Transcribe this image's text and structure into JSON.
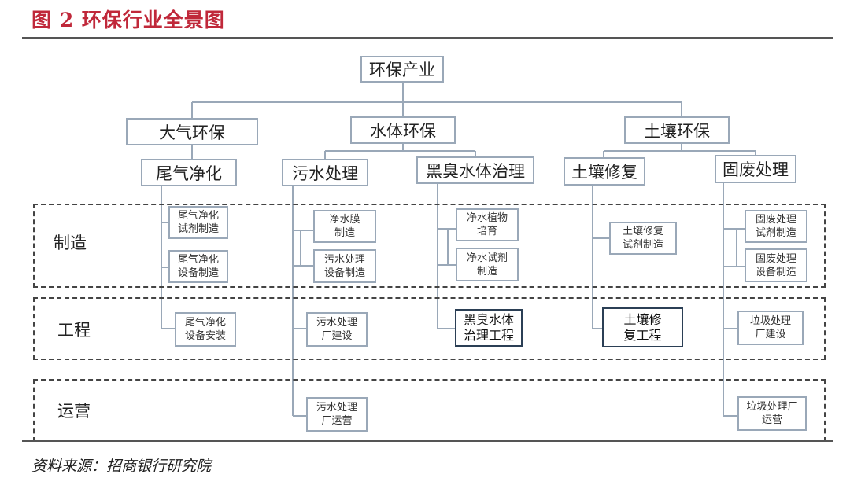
{
  "header": {
    "title": "图 2  环保行业全景图"
  },
  "footer": {
    "source": "资料来源：招商银行研究院"
  },
  "rows": {
    "manufacturing": "制造",
    "engineering": "工程",
    "operations": "运营"
  },
  "tree": {
    "root": "环保产业",
    "l1": {
      "air": "大气环保",
      "water": "水体环保",
      "soil": "土壤环保"
    },
    "l2": {
      "exhaust": "尾气净化",
      "sewage": "污水处理",
      "blackodor": "黑臭水体治理",
      "soilrepair": "土壤修复",
      "solidwaste": "固废处理"
    }
  },
  "leaves": {
    "exhaust": {
      "mfg1": "尾气净化\n试剂制造",
      "mfg2": "尾气净化\n设备制造",
      "eng": "尾气净化\n设备安装"
    },
    "sewage": {
      "mfg1": "净水膜\n制造",
      "mfg2": "污水处理\n设备制造",
      "eng": "污水处理\n厂建设",
      "ops": "污水处理\n厂运营"
    },
    "blackodor": {
      "mfg1": "净水植物\n培育",
      "mfg2": "净水试剂\n制造",
      "eng": "黑臭水体\n治理工程"
    },
    "soilrepair": {
      "mfg1": "土壤修复\n试剂制造",
      "eng": "土壤修\n复工程"
    },
    "solidwaste": {
      "mfg1": "固废处理\n试剂制造",
      "mfg2": "固废处理\n设备制造",
      "eng": "垃圾处理\n厂建设",
      "ops": "垃圾处理厂\n运营"
    }
  }
}
